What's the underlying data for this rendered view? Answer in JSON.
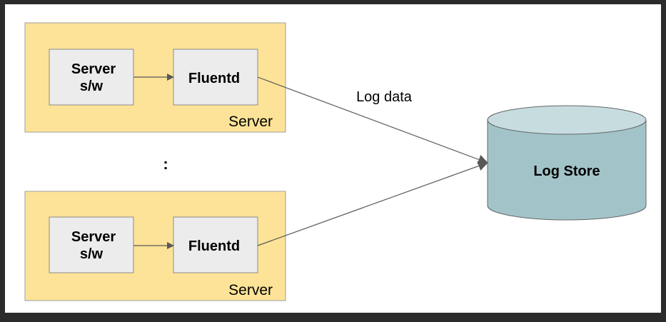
{
  "servers": [
    {
      "label": "Server",
      "software_label_line1": "Server",
      "software_label_line2": "s/w",
      "agent_label": "Fluentd"
    },
    {
      "label": "Server",
      "software_label_line1": "Server",
      "software_label_line2": "s/w",
      "agent_label": "Fluentd"
    }
  ],
  "ellipsis": ":",
  "edge_label": "Log data",
  "store": {
    "label": "Log Store"
  },
  "colors": {
    "server_fill": "#fde398",
    "box_fill": "#ececec",
    "store_body": "#a2c4c9",
    "store_top": "#c7dcdf",
    "line": "#595959"
  }
}
